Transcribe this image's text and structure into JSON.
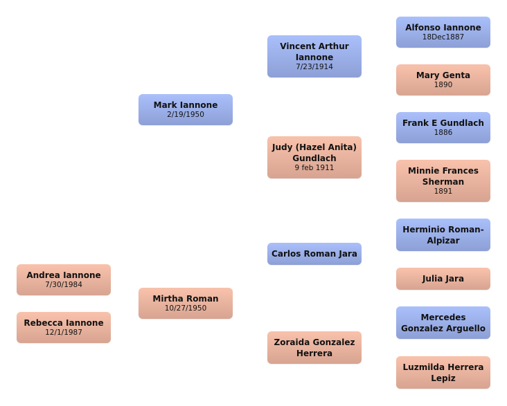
{
  "colors": {
    "male": "#9db0ea",
    "female": "#ecb39e"
  },
  "people": [
    {
      "name": "Andrea Iannone",
      "date": "7/30/1984",
      "sex": "female"
    },
    {
      "name": "Rebecca Iannone",
      "date": "12/1/1987",
      "sex": "female"
    },
    {
      "name": "Mark Iannone",
      "date": "2/19/1950",
      "sex": "male"
    },
    {
      "name": "Mirtha Roman",
      "date": "10/27/1950",
      "sex": "female"
    },
    {
      "name": "Vincent Arthur Iannone",
      "date": "7/23/1914",
      "sex": "male"
    },
    {
      "name": "Judy (Hazel Anita) Gundlach",
      "date": "9 feb 1911",
      "sex": "female"
    },
    {
      "name": "Carlos Roman Jara",
      "date": "",
      "sex": "male"
    },
    {
      "name": "Zoraida Gonzalez Herrera",
      "date": "",
      "sex": "female"
    },
    {
      "name": "Alfonso Iannone",
      "date": "18Dec1887",
      "sex": "male"
    },
    {
      "name": "Mary Genta",
      "date": "1890",
      "sex": "female"
    },
    {
      "name": "Frank E Gundlach",
      "date": "1886",
      "sex": "male"
    },
    {
      "name": "Minnie Frances Sherman",
      "date": "1891",
      "sex": "female"
    },
    {
      "name": "Herminio Roman-Alpizar",
      "date": "",
      "sex": "male"
    },
    {
      "name": "Julia Jara",
      "date": "",
      "sex": "female"
    },
    {
      "name": "Mercedes Gonzalez Arguello",
      "date": "",
      "sex": "male"
    },
    {
      "name": "Luzmilda Herrera Lepiz",
      "date": "",
      "sex": "female"
    }
  ]
}
